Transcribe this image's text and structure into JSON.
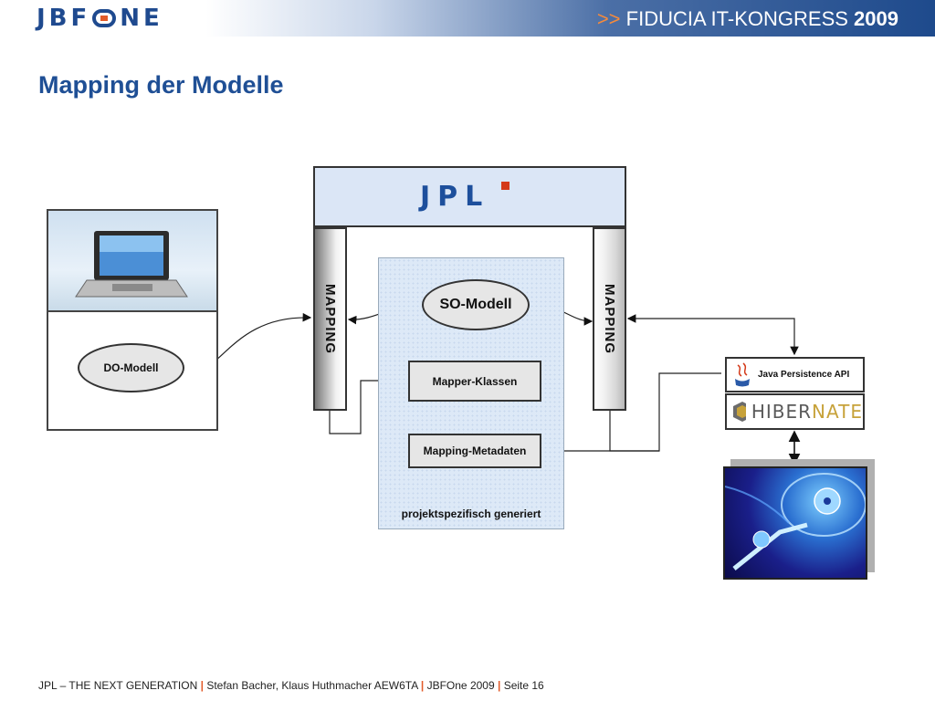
{
  "header": {
    "logo_text": "JBFONE",
    "logo_left": "JBF",
    "logo_right": "NE",
    "event_arrow": ">>",
    "event_name": "FIDUCIA IT-KONGRESS",
    "event_year": "2009"
  },
  "slide": {
    "title": "Mapping der Modelle"
  },
  "diagram": {
    "jpl_logo": "JPL",
    "mapping_left": "MAPPING",
    "mapping_right": "MAPPING",
    "so_modell": "SO-Modell",
    "mapper_klassen": "Mapper-Klassen",
    "mapping_metadaten": "Mapping-Metadaten",
    "projekt_label": "projektspezifisch generiert",
    "do_modell": "DO-Modell",
    "jpa_label": "Java Persistence API",
    "hibernate_left": "HIBER",
    "hibernate_right": "NATE"
  },
  "footer": {
    "project": "JPL – THE NEXT GENERATION",
    "sep1": "|",
    "authors": "Stefan Bacher, Klaus Huthmacher AEW6TA",
    "sep2": "|",
    "org": "JBFOne 2009",
    "sep3": "|",
    "page": "Seite 16"
  },
  "colors": {
    "brand_blue": "#1f4f95",
    "accent_orange": "#e25b2a"
  }
}
